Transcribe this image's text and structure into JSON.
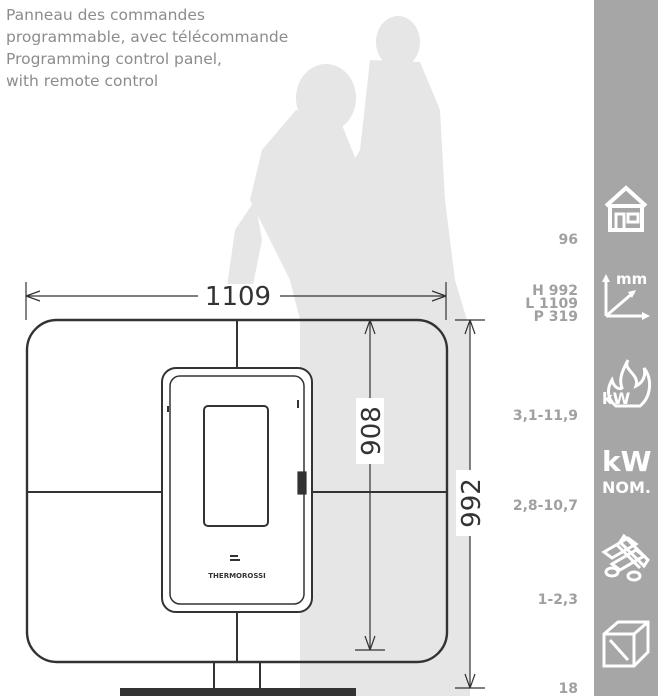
{
  "caption": {
    "lines": [
      "Panneau des commandes",
      "programmable, avec télécommande",
      "Programming control panel,",
      "with remote control"
    ]
  },
  "dimensions": {
    "width_label": "1109",
    "inner_height_label": "908",
    "total_height_label": "992"
  },
  "brand": "THERMOROSSI",
  "specs": {
    "efficiency": "96",
    "height": "H 992",
    "length": "L 1109",
    "depth": "P 319",
    "power_range": "3,1-11,9",
    "nominal_power": "2,8-10,7",
    "consumption": "1-2,3",
    "tank": "18"
  },
  "icons": {
    "house": "house-icon",
    "dimensions": "dimensions-mm-icon",
    "power": "kw-flame-icon",
    "nominal": "kw-nominal-icon",
    "fuel": "pellets-icon",
    "tank": "tank-box-icon",
    "mm_text": "mm",
    "kw_text": "kW",
    "nom_text": "NOM."
  },
  "colors": {
    "sidebar": "#a6a6a6",
    "silhouette": "#e6e6e6",
    "stove_line": "#333333",
    "text_gray": "#8c8c8c"
  }
}
